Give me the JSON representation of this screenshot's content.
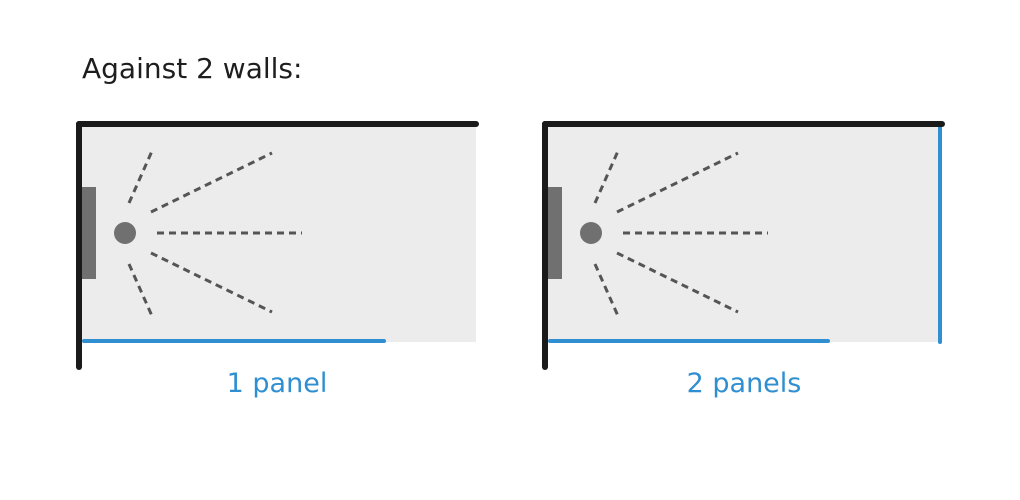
{
  "title": "Against 2 walls:",
  "colors": {
    "wall": "#1a1a1a",
    "panel": "#2f8fd0",
    "floor": "#ececec",
    "fixture": "#707070",
    "spray": "#555555",
    "caption": "#2f8fd0",
    "title": "#1e1e1e"
  },
  "layouts": [
    {
      "caption": "1 panel",
      "panels": [
        "bottom"
      ],
      "walls": [
        "top",
        "left"
      ]
    },
    {
      "caption": "2 panels",
      "panels": [
        "bottom",
        "right"
      ],
      "walls": [
        "top",
        "left"
      ]
    }
  ]
}
